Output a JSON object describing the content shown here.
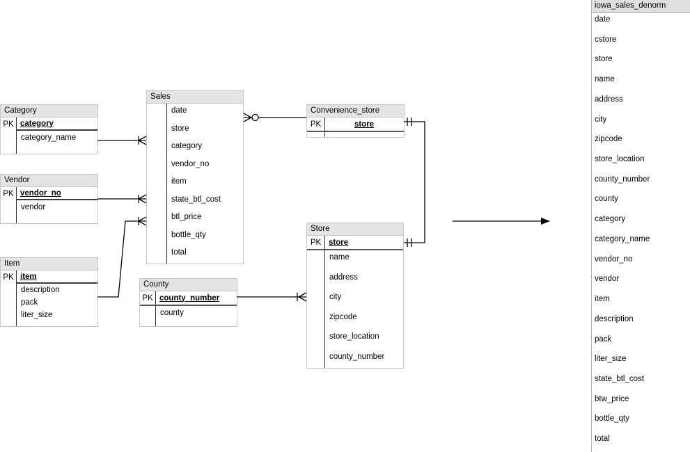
{
  "diagram": {
    "tables": [
      {
        "title": "Category",
        "pk_label": "PK",
        "pk_field": "category",
        "fields": [
          "category_name"
        ]
      },
      {
        "title": "Vendor",
        "pk_label": "PK",
        "pk_field": "vendor_no",
        "fields": [
          "vendor"
        ]
      },
      {
        "title": "Item",
        "pk_label": "PK",
        "pk_field": "item",
        "fields": [
          "description",
          "pack",
          "liter_size"
        ]
      },
      {
        "title": "Sales",
        "fields": [
          "date",
          "store",
          "category",
          "vendor_no",
          "item",
          "state_btl_cost",
          "btl_price",
          "bottle_qty",
          "total"
        ]
      },
      {
        "title": "County",
        "pk_label": "PK",
        "pk_field": "county_number",
        "fields": [
          "county"
        ]
      },
      {
        "title": "Convenience_store",
        "pk_label": "PK",
        "pk_field": "store",
        "fields": []
      },
      {
        "title": "Store",
        "pk_label": "PK",
        "pk_field": "store",
        "fields": [
          "name",
          "address",
          "city",
          "zipcode",
          "store_location",
          "county_number"
        ]
      }
    ],
    "denorm": {
      "title": "iowa_sales_denorm",
      "fields": [
        "date",
        "cstore",
        "store",
        "name",
        "address",
        "city",
        "zipcode",
        "store_location",
        "county_number",
        "county",
        "category",
        "category_name",
        "vendor_no",
        "vendor",
        "item",
        "description",
        "pack",
        "liter_size",
        "state_btl_cost",
        "btw_price",
        "bottle_qty",
        "total"
      ]
    },
    "relationships": [
      {
        "from": "Category",
        "to": "Sales",
        "notation_at_sales": "one-to-many-crow-foot"
      },
      {
        "from": "Vendor",
        "to": "Sales",
        "notation_at_sales": "one-to-many-crow-foot"
      },
      {
        "from": "Item",
        "to": "Sales",
        "notation_at_sales": "one-to-many-crow-foot"
      },
      {
        "from": "Sales",
        "to": "Convenience_store",
        "notation_at_sales": "zero-or-many"
      },
      {
        "from": "Convenience_store",
        "to": "Store",
        "notation": "one-to-one"
      },
      {
        "from": "County",
        "to": "Store",
        "notation_at_store": "one-to-many-crow-foot"
      }
    ],
    "colors": {
      "header_bg": "#e4e4e4",
      "table_border": "#c6c6c6",
      "pk_divider": "#3c3c3c",
      "connector": "#000000",
      "panel_border": "#b5b5b5"
    }
  }
}
